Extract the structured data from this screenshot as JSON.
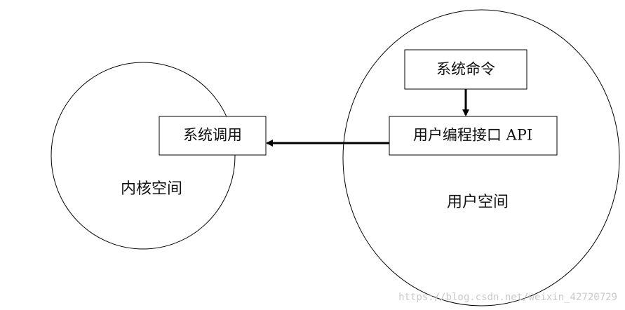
{
  "diagram": {
    "kernel_space": {
      "label": "内核空间"
    },
    "user_space": {
      "label": "用户空间"
    },
    "nodes": {
      "system_call": "系统调用",
      "system_command": "系统命令",
      "user_api": "用户编程接口 API"
    },
    "edges": [
      {
        "from": "system_command",
        "to": "user_api"
      },
      {
        "from": "user_api",
        "to": "system_call"
      }
    ]
  },
  "watermark": "https://blog.csdn.net/weixin_42720729",
  "colors": {
    "stroke": "#000000",
    "text": "#111111",
    "watermark": "#c9c9c9",
    "background": "#ffffff"
  }
}
